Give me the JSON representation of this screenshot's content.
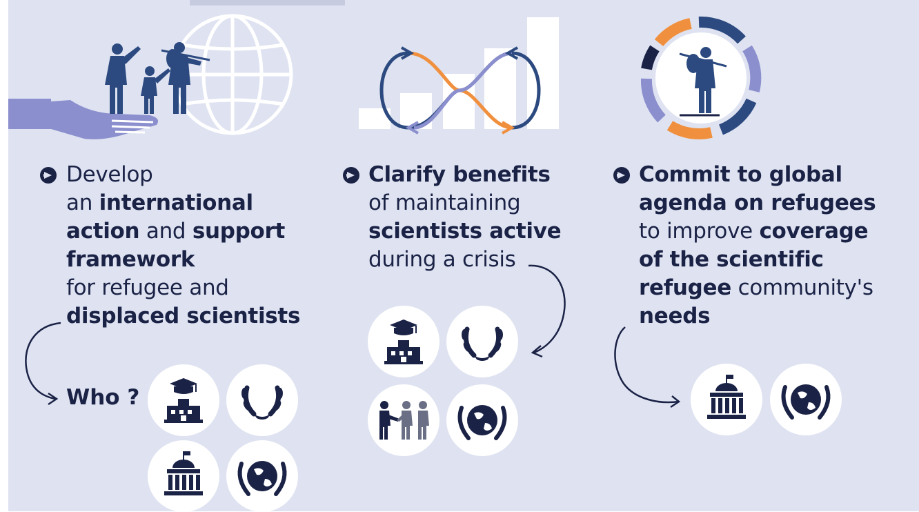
{
  "palette": {
    "navy": "#1a2246",
    "blue": "#2c4a80",
    "lavender": "#8b8fce",
    "orange": "#f0903e",
    "panel": "#dfe3f1"
  },
  "columns": [
    {
      "title_plain_1": "Develop",
      "line2_plain": "an ",
      "line2_bold": "international",
      "line3_bold_a": "action",
      "line3_plain": " and ",
      "line3_bold_b": "support",
      "line4_bold": "framework",
      "line5_plain": "for refugee and",
      "line6_bold": "displaced scientists",
      "who_label": "Who ?",
      "icons": [
        "graduation-school-icon",
        "laurel-wreath-icon",
        "government-building-icon",
        "globe-laurel-icon"
      ]
    },
    {
      "line1_bold": "Clarify benefits",
      "line2_plain": "of maintaining",
      "line3_bold": "scientists active",
      "line4_plain": "during a crisis",
      "icons": [
        "graduation-school-icon",
        "laurel-wreath-icon",
        "handshake-people-icon",
        "globe-laurel-icon"
      ]
    },
    {
      "line1_bold": "Commit to global",
      "line2_bold": "agenda on refugees",
      "line3_plain": "to improve ",
      "line3_bold": "coverage",
      "line4_bold": "of the scientific",
      "line5_bold": "refugee",
      "line5_plain": " community's",
      "line6_bold": "needs",
      "icons": [
        "government-building-icon",
        "globe-laurel-icon"
      ]
    }
  ]
}
